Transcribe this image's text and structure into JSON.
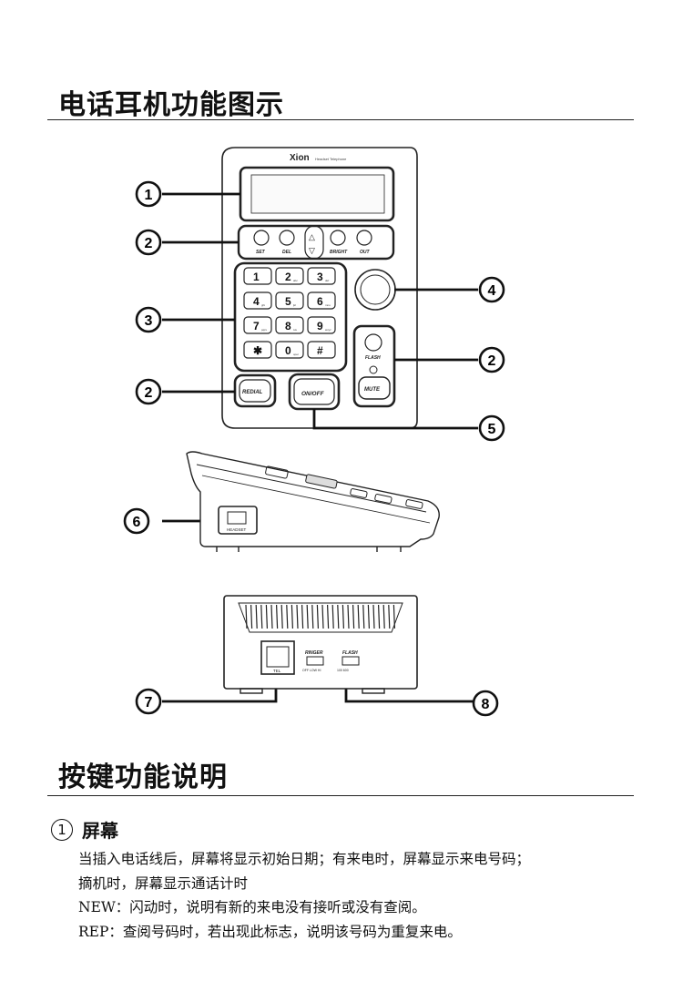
{
  "section1": {
    "title": "电话耳机功能图示"
  },
  "section2": {
    "title": "按键功能说明"
  },
  "diagram": {
    "brand": "Xion",
    "brand_tag": "Headset Telephone",
    "callouts": [
      "1",
      "2",
      "3",
      "2",
      "4",
      "2",
      "5",
      "6",
      "7",
      "8"
    ],
    "top_buttons": [
      "SET",
      "DEL",
      "BRIGHT",
      "OUT"
    ],
    "arrow_up": "△",
    "arrow_down": "▽",
    "keypad": [
      {
        "d": "1",
        "s": ""
      },
      {
        "d": "2",
        "s": "abc"
      },
      {
        "d": "3",
        "s": "def"
      },
      {
        "d": "4",
        "s": "ghi"
      },
      {
        "d": "5",
        "s": "jkl"
      },
      {
        "d": "6",
        "s": "mno"
      },
      {
        "d": "7",
        "s": "pqrs"
      },
      {
        "d": "8",
        "s": "tuv"
      },
      {
        "d": "9",
        "s": "wxyz"
      },
      {
        "d": "✱",
        "s": ""
      },
      {
        "d": "0",
        "s": "oper"
      },
      {
        "d": "#",
        "s": ""
      }
    ],
    "flash_label": "FLASH",
    "mute_label": "MUTE",
    "redial_label": "REDIAL",
    "onoff_label": "ON/OFF",
    "headset_label": "HEADSET",
    "tel_label": "TEL",
    "ringer_label": "RINGER",
    "ringer_scale": "OFF  LOW  HI",
    "flash_switch_label": "FLASH",
    "flash_scale": "100   600"
  },
  "item1": {
    "number": "1",
    "title": "屏幕",
    "lines": [
      "当插入电话线后，屏幕将显示初始日期；有来电时，屏幕显示来电号码；",
      "摘机时，屏幕显示通话计时",
      "NEW：闪动时，说明有新的来电没有接听或没有查阅。",
      "REP：查阅号码时，若出现此标志，说明该号码为重复来电。"
    ]
  }
}
